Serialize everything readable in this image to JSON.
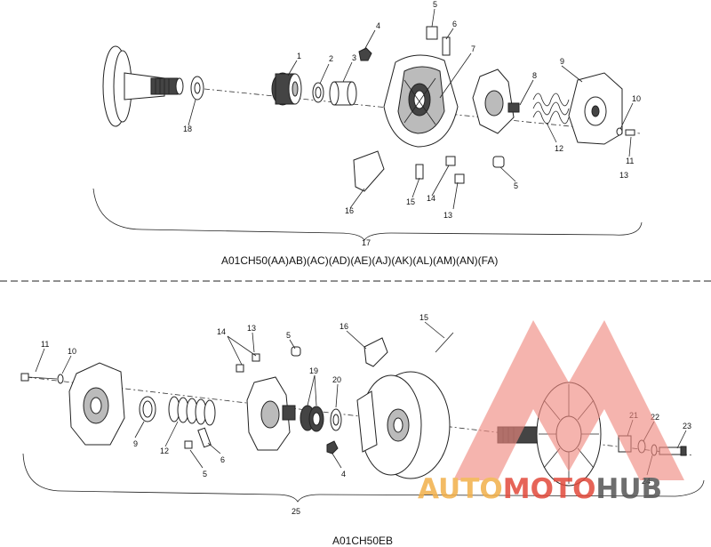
{
  "top_assembly": {
    "model_label": "A01CH50(AA)AB)(AC)(AD)(AE)(AJ)(AK)(AL)(AM)(AN)(FA)",
    "callouts": [
      "1",
      "2",
      "3",
      "4",
      "5",
      "6",
      "7",
      "8",
      "9",
      "10",
      "11",
      "12",
      "13",
      "14",
      "15",
      "16",
      "17",
      "18",
      "5",
      "13"
    ]
  },
  "bottom_assembly": {
    "model_label": "A01CH50EB",
    "callouts": [
      "11",
      "10",
      "9",
      "12",
      "14",
      "13",
      "5",
      "6",
      "5",
      "16",
      "19",
      "20",
      "15",
      "4",
      "21",
      "22",
      "23",
      "24",
      "25"
    ]
  },
  "watermark": {
    "word_part_1": "AUTO",
    "word_part_2": "MOTO",
    "word_part_3": "HUB",
    "colors": {
      "orange": "#f2b04a",
      "red": "#e24a3b",
      "gray": "#555555",
      "mountain": "#f08a80"
    }
  }
}
